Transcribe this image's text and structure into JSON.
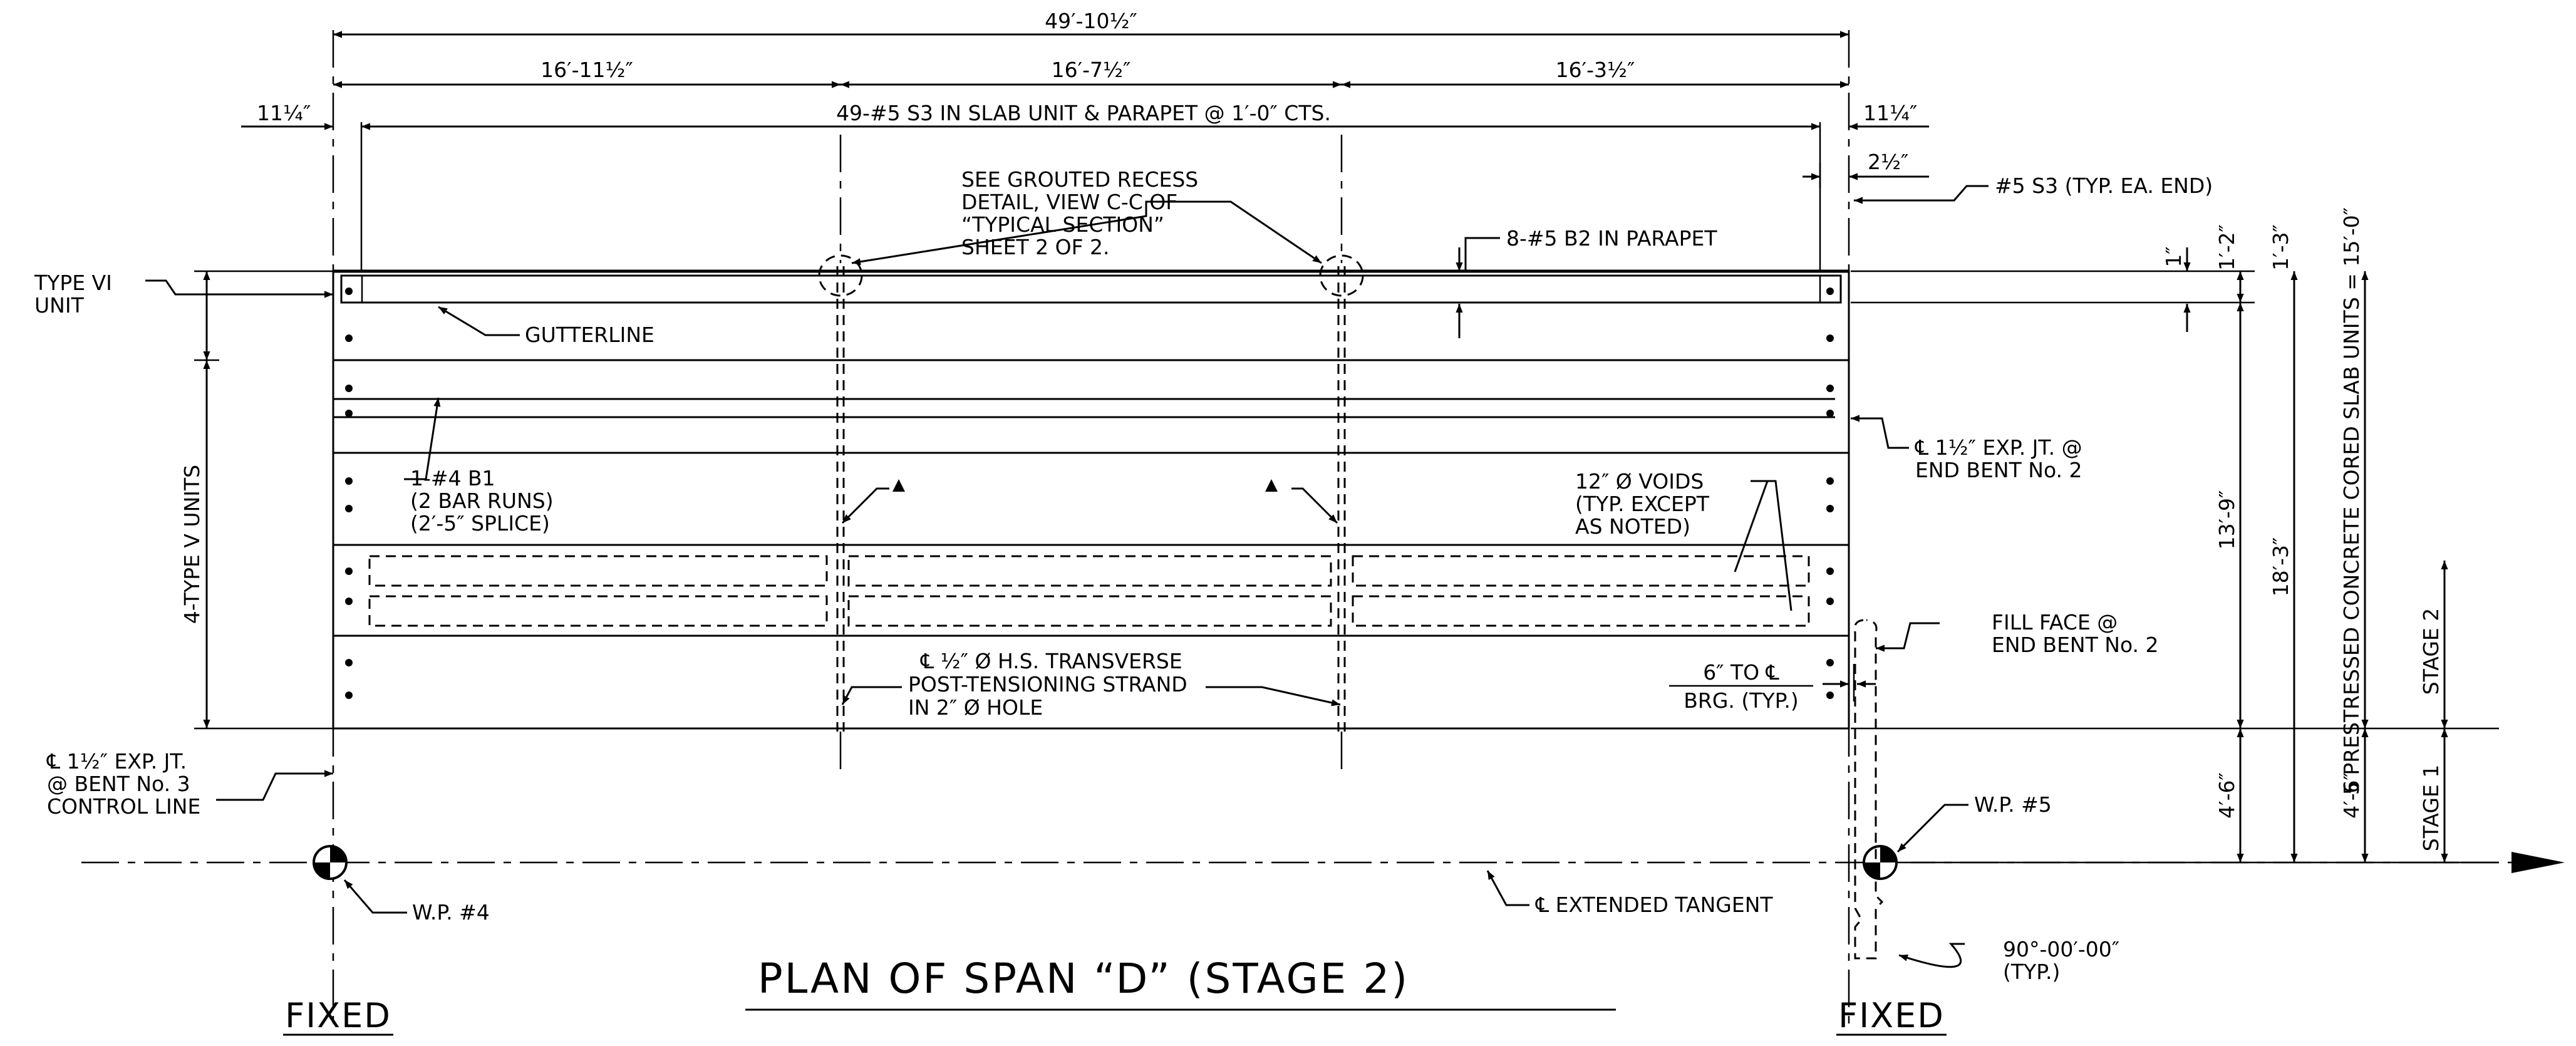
{
  "drawing": {
    "title": "PLAN OF SPAN “D” (STAGE 2)",
    "fixed_left": "FIXED",
    "fixed_right": "FIXED",
    "dimensions": {
      "overall": "49′-10½″",
      "seg1": "16′-11½″",
      "seg2": "16′-7½″",
      "seg3": "16′-3½″",
      "left_offset": "11¼″",
      "right_offset": "11¼″",
      "s3_bars": "49-#5 S3 IN SLAB UNIT & PARAPET @ 1′-0″ CTS.",
      "half_inch": "2½″",
      "one_inch": "1″",
      "one_two": "1′-2″",
      "one_three": "1′-3″",
      "thirteen_nine": "13′-9″",
      "eighteen_three": "18′-3″",
      "four_six_a": "4′-6″",
      "four_six_b": "4′-6″",
      "units_text": "5 PRESTRESSED CONCRETE CORED SLAB UNITS = 15′-0″",
      "six_to_cl": "6″ TO ℄",
      "brg": "BRG. (TYP.)"
    },
    "stages": {
      "stage1": "STAGE 1",
      "stage2": "STAGE 2"
    },
    "notes": {
      "s3_typ": "#5 S3 (TYP. EA. END)",
      "grouted_1": "SEE GROUTED RECESS",
      "grouted_2": "DETAIL, VIEW C-C OF",
      "grouted_3": "“TYPICAL SECTION”",
      "grouted_4": "SHEET 2 OF 2.",
      "b2": "8-#5 B2 IN PARAPET",
      "type_vi_1": "TYPE VI",
      "type_vi_2": "UNIT",
      "gutter": "GUTTERLINE",
      "type_v": "4-TYPE V UNITS",
      "b1_1": "1-#4 B1",
      "b1_2": "(2 BAR RUNS)",
      "b1_3": "(2′-5″ SPLICE)",
      "voids_1": "12″ Ø VOIDS",
      "voids_2": "(TYP. EXCEPT",
      "voids_3": "AS NOTED)",
      "expjt2_1": "℄ 1½″ EXP. JT. @",
      "expjt2_2": "END BENT No. 2",
      "strand_1": "℄ ½″ Ø H.S. TRANSVERSE",
      "strand_2": "POST-TENSIONING STRAND",
      "strand_3": "IN 2″ Ø HOLE",
      "fill_1": "FILL FACE @",
      "fill_2": "END BENT No. 2",
      "expjt3_1": "℄ 1½″ EXP. JT.",
      "expjt3_2": "@ BENT No. 3",
      "expjt3_3": "CONTROL LINE",
      "wp4": "W.P. #4",
      "wp5": "W.P. #5",
      "tangent": "℄ EXTENDED TANGENT",
      "angle_1": "90°-00′-00″",
      "angle_2": "(TYP.)"
    }
  }
}
